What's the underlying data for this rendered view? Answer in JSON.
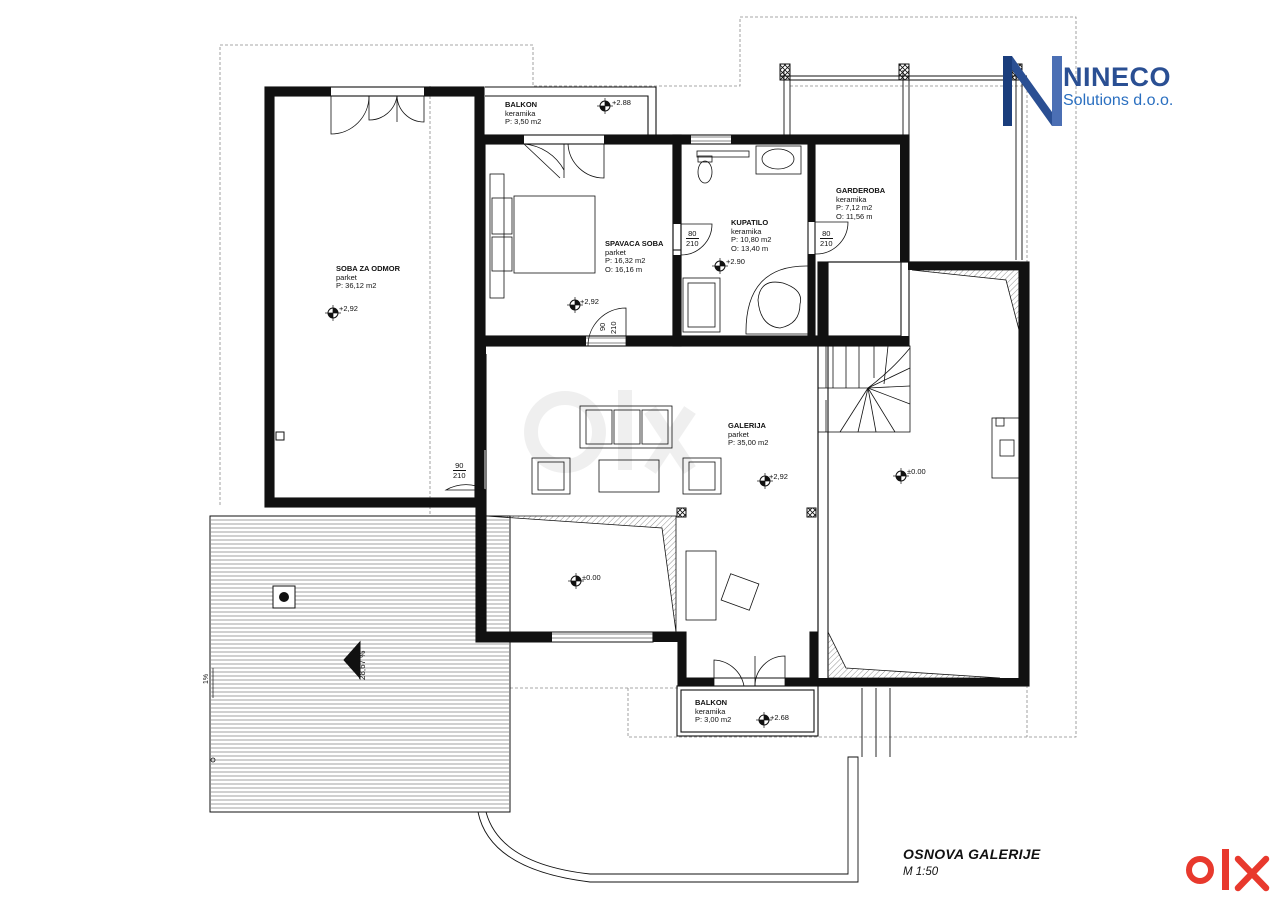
{
  "company": {
    "name": "NINECO",
    "tagline": "Solutions d.o.o."
  },
  "title": {
    "main": "OSNOVA GALERIJE",
    "scale": "M 1:50"
  },
  "watermark": {
    "text": "olx",
    "color": "#e8392d"
  },
  "rooms": [
    {
      "name": "SOBA ZA ODMOR",
      "floor": "parket",
      "area": "P: 36,12 m2"
    },
    {
      "name": "BALKON",
      "floor": "keramika",
      "area": "P: 3,50 m2"
    },
    {
      "name": "SPAVACA SOBA",
      "floor": "parket",
      "area": "P: 16,32 m2",
      "perimeter": "O: 16,16 m"
    },
    {
      "name": "KUPATILO",
      "floor": "keramika",
      "area": "P: 10,80 m2",
      "perimeter": "O: 13,40 m"
    },
    {
      "name": "GARDEROBA",
      "floor": "keramika",
      "area": "P: 7,12 m2",
      "perimeter": "O: 11,56 m"
    },
    {
      "name": "GALERIJA",
      "floor": "parket",
      "area": "P: 35,00 m2"
    },
    {
      "name": "BALKON",
      "floor": "keramika",
      "area": "P: 3,00 m2"
    }
  ],
  "levels": {
    "balkon_top": "+2.88",
    "soba_za_odmor": "+2,92",
    "spavaca_soba": "+2,92",
    "kupatilo": "+2.90",
    "galerija": "+2,92",
    "void_right": "±0.00",
    "void_left": "±0.00",
    "balkon_bottom": "+2.68"
  },
  "doors": {
    "kupatilo": {
      "w": "80",
      "h": "210"
    },
    "garderoba": {
      "w": "80",
      "h": "210"
    },
    "spavaca": {
      "w": "90",
      "h": "210"
    },
    "soba_za_odmor": {
      "w": "90",
      "h": "210"
    }
  },
  "roof": {
    "slope": "28,67 %",
    "gutter": "1%"
  }
}
